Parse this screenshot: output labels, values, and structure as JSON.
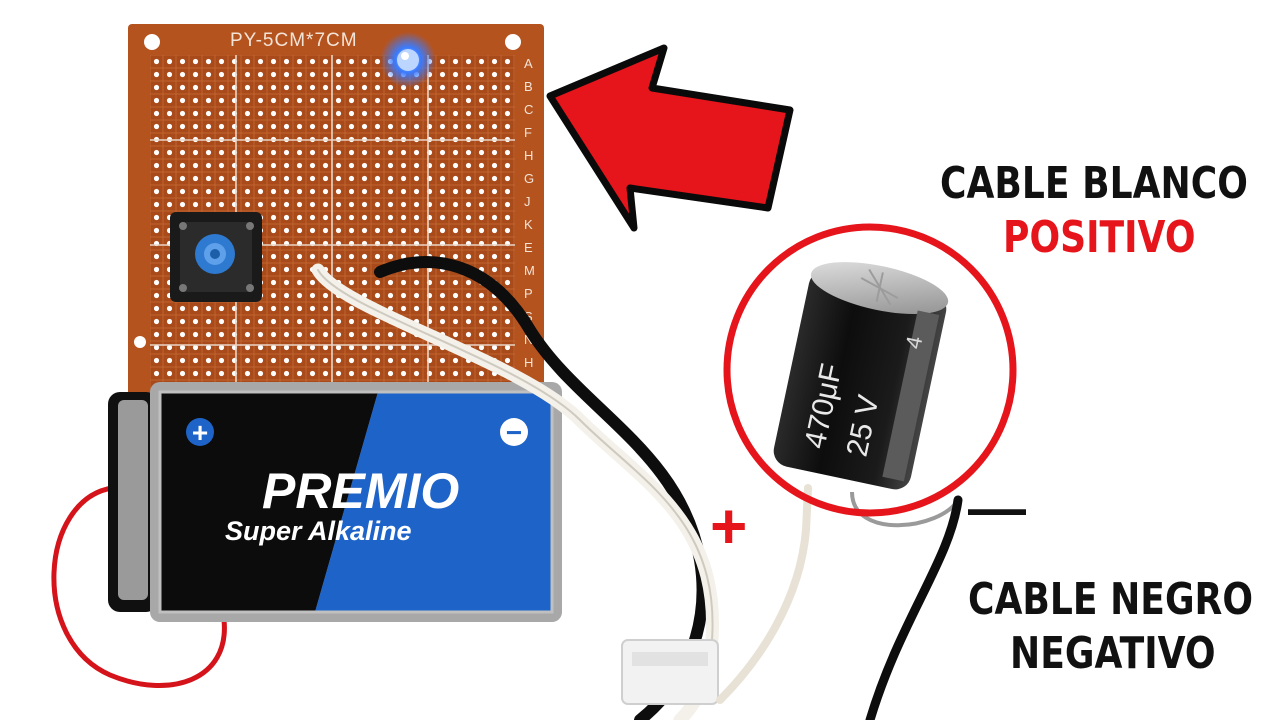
{
  "pcb": {
    "label": "PY-5CM*7CM",
    "row_letters": [
      "A",
      "B",
      "C",
      "F",
      "H",
      "G",
      "J",
      "K",
      "E",
      "M",
      "P",
      "S",
      "N",
      "H"
    ]
  },
  "battery": {
    "brand": "PREMIO",
    "type": "Super Alkaline",
    "plus_symbol": "+",
    "minus_symbol": "−"
  },
  "capacitor": {
    "capacitance": "470μF",
    "voltage": "25 V",
    "stripe_mark": "4"
  },
  "annotations": {
    "white_cable": "CABLE BLANCO",
    "positive": "POSITIVO",
    "black_cable": "CABLE NEGRO",
    "negative": "NEGATIVO",
    "plus_sign": "+",
    "minus_sign": "—"
  },
  "colors": {
    "pcb": "#b5531f",
    "battery_blue": "#1e64c8",
    "battery_black": "#0c0c0c",
    "red_accent": "#e5151b",
    "led": "#3a7bff"
  }
}
